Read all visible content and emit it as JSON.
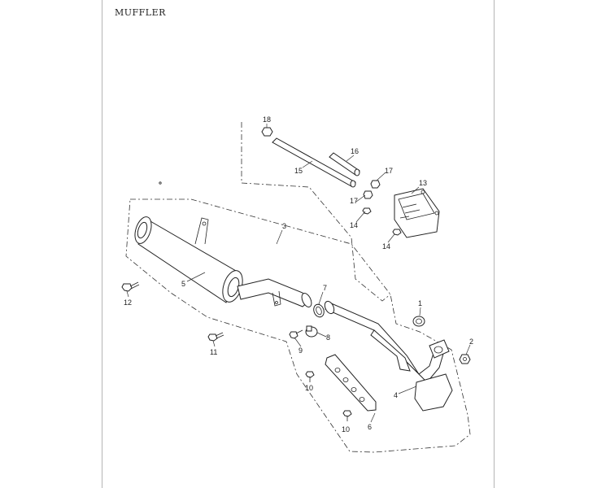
{
  "title": "MUFFLER",
  "callouts": [
    {
      "id": "c1",
      "text": "1"
    },
    {
      "id": "c2",
      "text": "2"
    },
    {
      "id": "c3",
      "text": "3"
    },
    {
      "id": "c4",
      "text": "4"
    },
    {
      "id": "c5",
      "text": "5"
    },
    {
      "id": "c6",
      "text": "6"
    },
    {
      "id": "c7",
      "text": "7"
    },
    {
      "id": "c8",
      "text": "8"
    },
    {
      "id": "c9",
      "text": "9"
    },
    {
      "id": "c10a",
      "text": "10"
    },
    {
      "id": "c10b",
      "text": "10"
    },
    {
      "id": "c11",
      "text": "11"
    },
    {
      "id": "c12",
      "text": "12"
    },
    {
      "id": "c13",
      "text": "13"
    },
    {
      "id": "c14a",
      "text": "14"
    },
    {
      "id": "c14b",
      "text": "14"
    },
    {
      "id": "c15",
      "text": "15"
    },
    {
      "id": "c16",
      "text": "16"
    },
    {
      "id": "c17a",
      "text": "17"
    },
    {
      "id": "c17b",
      "text": "17"
    },
    {
      "id": "c18",
      "text": "18"
    }
  ]
}
